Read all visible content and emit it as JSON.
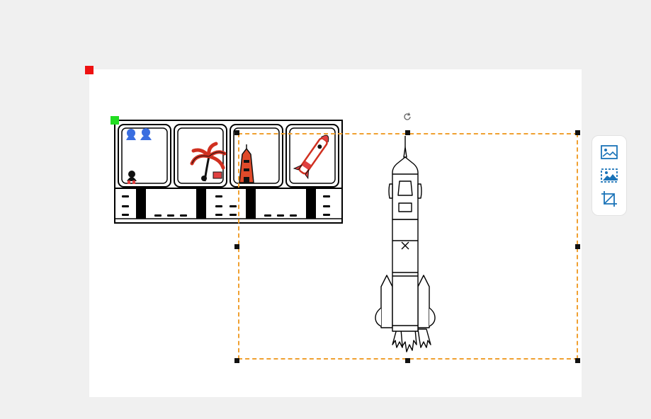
{
  "canvas": {
    "background": "#ffffff",
    "origin_marker_color": "#ee1111",
    "object_marker_color": "#22dd22"
  },
  "illustrations": {
    "comic_panel": {
      "name": "four-panel-comic-illustration",
      "icons": [
        "people",
        "palm-tree",
        "tower",
        "rocket"
      ]
    },
    "rocket": {
      "name": "rocket-line-drawing",
      "selected": true
    }
  },
  "selection": {
    "border_color": "#f0a030",
    "handle_color": "#111111"
  },
  "toolbar": {
    "accent": "#1a73b8",
    "tools": [
      {
        "name": "replace-image-icon"
      },
      {
        "name": "remove-background-icon"
      },
      {
        "name": "crop-icon"
      }
    ]
  }
}
